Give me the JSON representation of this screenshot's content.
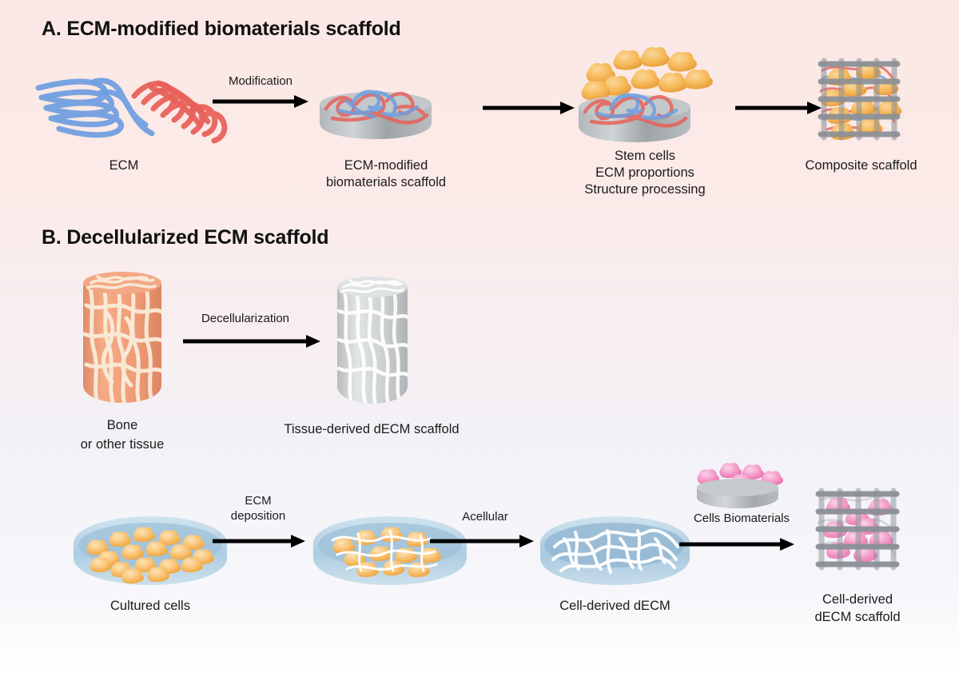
{
  "figure": {
    "panels": [
      {
        "id": "A",
        "title": "A. ECM-modified biomaterials scaffold",
        "arrow_labels": [
          "Modification"
        ],
        "captions": [
          "ECM",
          "ECM-modified\nbiomaterials scaffold",
          "Stem cells\nECM proportions\nStructure processing",
          "Composite scaffold"
        ]
      },
      {
        "id": "B",
        "title": "B. Decellularized ECM scaffold",
        "arrow_labels": [
          "Decellularization",
          "ECM\ndeposition",
          "Acellular",
          "Cells Biomaterials"
        ],
        "captions": [
          "Bone\nor other tissue",
          "Tissue-derived dECM scaffold",
          "Cultured cells",
          "Cell-derived dECM",
          "Cell-derived\ndECM scaffold"
        ]
      }
    ]
  },
  "panelA": {
    "title": "A. ECM-modified biomaterials scaffold",
    "label_ecm": "ECM",
    "label_modification": "Modification",
    "label_scaffold_l1": "ECM-modified",
    "label_scaffold_l2": "biomaterials scaffold",
    "label_proc_l1": "Stem cells",
    "label_proc_l2": "ECM proportions",
    "label_proc_l3": "Structure processing",
    "label_composite": "Composite scaffold"
  },
  "panelB": {
    "title": "B. Decellularized ECM scaffold",
    "label_decellularization": "Decellularization",
    "label_bone_l1": "Bone",
    "label_bone_l2": "or other tissue",
    "label_tissue_decm": "Tissue-derived dECM scaffold",
    "label_ecm_dep_l1": "ECM",
    "label_ecm_dep_l2": "deposition",
    "label_acellular": "Acellular",
    "label_cells_biomaterials": "Cells Biomaterials",
    "label_cultured_cells": "Cultured cells",
    "label_cell_derived_decm": "Cell-derived dECM",
    "label_final_l1": "Cell-derived",
    "label_final_l2": "dECM scaffold"
  },
  "colors": {
    "background_top": "#fbe8e6",
    "background_bottom": "#ffffff",
    "ecm_fiber_blue": "#6d9ee0",
    "ecm_fiber_red": "#e8615a",
    "scaffold_grey": "#a8adb0",
    "cell_orange": "#f6b958",
    "cell_pink": "#f28fc0",
    "bone_orange": "#f0a07e",
    "bone_fiber_cream": "#f7e9d6",
    "dish_blue": "#b9d6e8",
    "dish_blue_dark": "#8fb9d3",
    "decm_fiber_white": "#ffffff",
    "arrow_black": "#000000",
    "text_dark": "#1b1b1b"
  },
  "icons": {
    "arrow": "arrow-right-icon",
    "ecm_fibers": "ecm-fiber-bundle-icon",
    "scaffold_disc": "scaffold-disc-icon",
    "stem_cells": "stem-cell-cluster-icon",
    "lattice": "woven-lattice-scaffold-icon",
    "bone_cylinder": "bone-cylinder-icon",
    "decm_cylinder": "decellularized-cylinder-icon",
    "petri_dish": "petri-dish-icon",
    "biomaterial_puck": "biomaterial-puck-icon"
  }
}
